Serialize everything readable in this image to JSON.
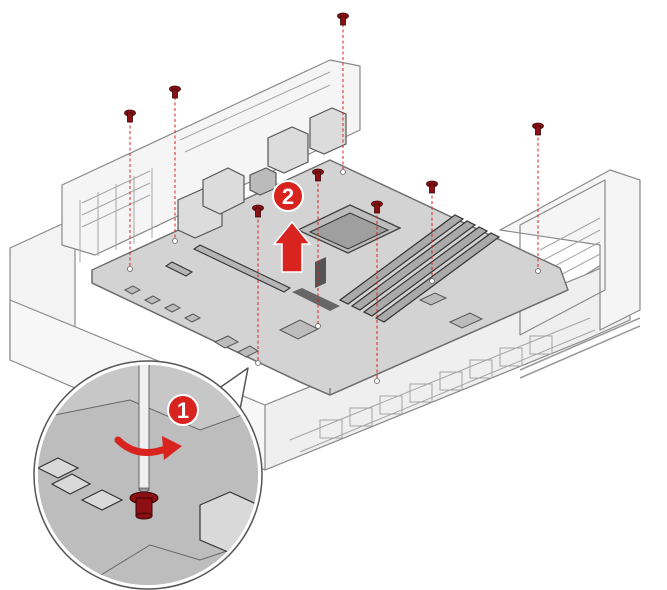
{
  "diagram": {
    "steps": [
      {
        "label": "1",
        "action": "unscrew"
      },
      {
        "label": "2",
        "action": "lift-out"
      }
    ],
    "screw_count": 8,
    "colors": {
      "accent": "#d8231e",
      "screw": "#8c1013",
      "outline": "#7a7a7a",
      "chassis_fill": "#f3f3f3",
      "board_fill": "#d3d3d3",
      "zoom_fill": "#c7c7c7",
      "callout_ring": "#ffffff"
    },
    "icons": [
      "screwdriver-icon",
      "screw-icon",
      "rotate-arrow-icon",
      "lift-arrow-icon"
    ]
  }
}
